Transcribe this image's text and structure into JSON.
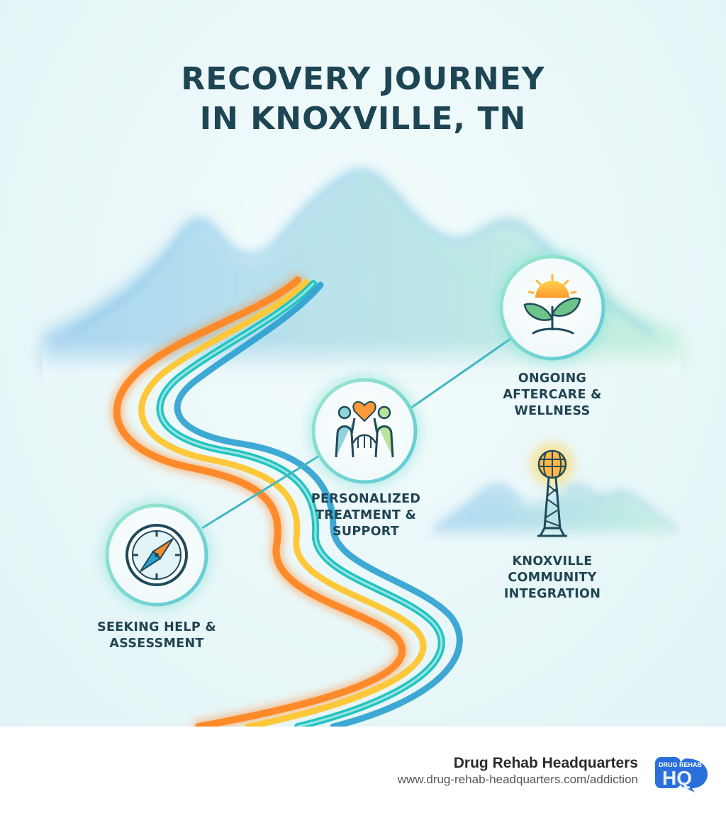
{
  "title": {
    "line1": "RECOVERY JOURNEY",
    "line2": "IN KNOXVILLE, TN"
  },
  "steps": [
    {
      "id": "seeking-help",
      "lines": [
        "SEEKING HELP &",
        "ASSESSMENT"
      ],
      "icon": "compass-icon"
    },
    {
      "id": "treatment",
      "lines": [
        "PERSONALIZED",
        "TREATMENT &",
        "SUPPORT"
      ],
      "icon": "people-heart-icon"
    },
    {
      "id": "aftercare",
      "lines": [
        "ONGOING",
        "AFTERCARE &",
        "WELLNESS"
      ],
      "icon": "sprout-sun-icon"
    },
    {
      "id": "community",
      "lines": [
        "KNOXVILLE",
        "COMMUNITY",
        "INTEGRATION"
      ],
      "icon": "sunsphere-tower-icon"
    }
  ],
  "footer": {
    "brand": "Drug Rehab Headquarters",
    "url": "www.drug-rehab-headquarters.com/addiction",
    "logo_text": "DRUG REHAB",
    "logo_mark": "HQ"
  },
  "colors": {
    "title": "#1d4553",
    "path_orange": "#ff8a2a",
    "path_yellow": "#ffc83a",
    "path_teal": "#22c4c0",
    "path_blue": "#2aa0cf",
    "mountain_blue": "#7fc1ec",
    "mountain_green": "#9fe6c9",
    "logo_blue": "#2a6fdb"
  }
}
